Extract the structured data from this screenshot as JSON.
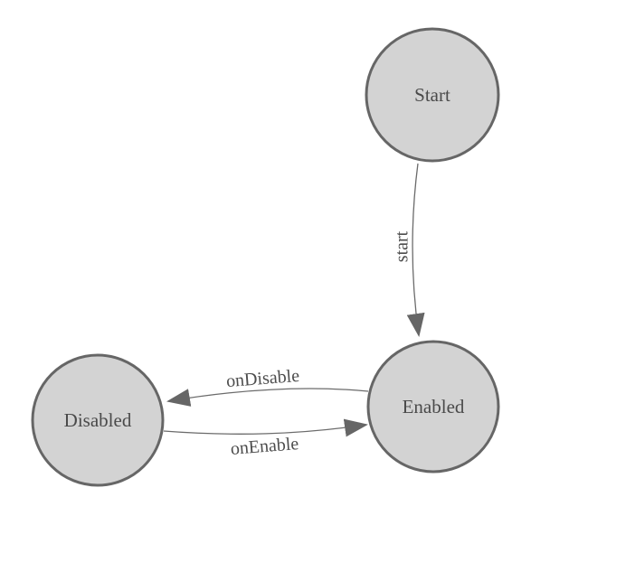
{
  "diagram": {
    "type": "state-machine",
    "background_color": "#ffffff",
    "colors": {
      "node_fill": "#d3d3d3",
      "node_stroke": "#666666",
      "edge_stroke": "#6b6b6b",
      "arrow_fill": "#666666",
      "label_text": "#4a4a4a"
    },
    "nodes": [
      {
        "id": "start",
        "label": "Start"
      },
      {
        "id": "enabled",
        "label": "Enabled"
      },
      {
        "id": "disabled",
        "label": "Disabled"
      }
    ],
    "edges": [
      {
        "from": "Start",
        "to": "Enabled",
        "label": "start"
      },
      {
        "from": "Enabled",
        "to": "Disabled",
        "label": "onDisable"
      },
      {
        "from": "Disabled",
        "to": "Enabled",
        "label": "onEnable"
      }
    ]
  }
}
